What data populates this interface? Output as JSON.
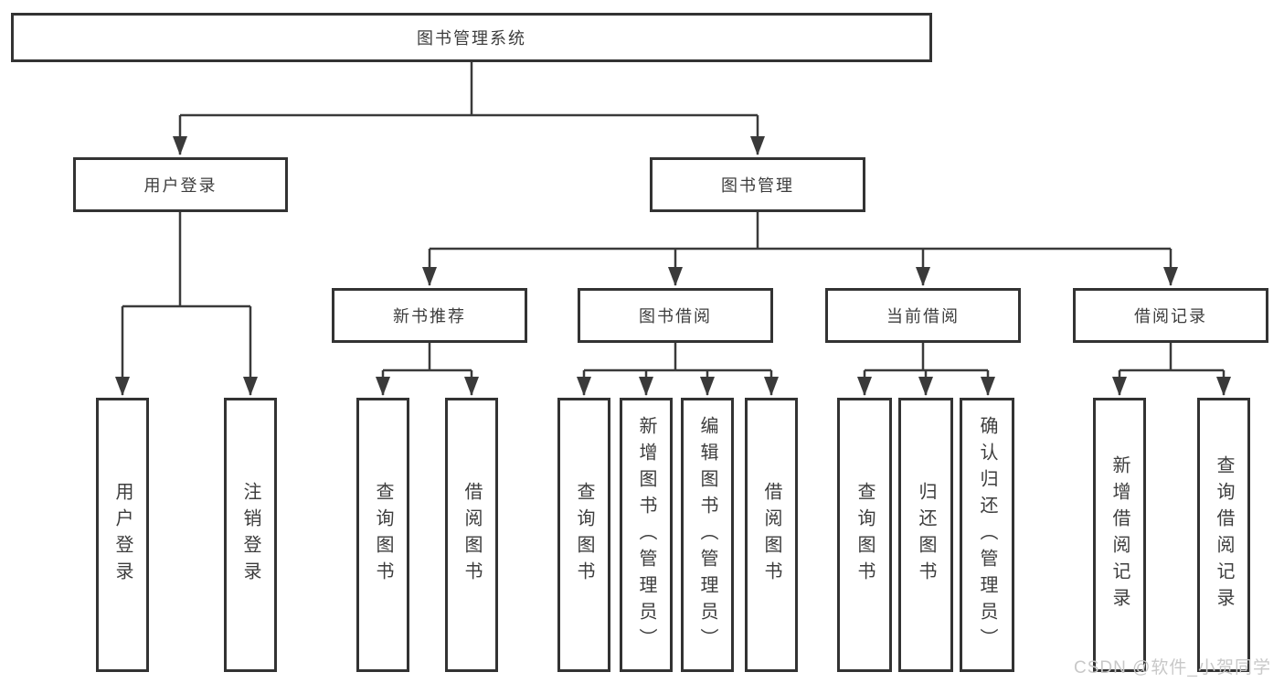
{
  "colors": {
    "line": "#3a3a3a",
    "box_border": "#333333",
    "text": "#3d3d3d",
    "background": "#ffffff",
    "watermark_text": "#c8c8c8"
  },
  "tree": {
    "root": {
      "label": "图书管理系统"
    },
    "branches": [
      {
        "label": "用户登录",
        "children": [
          {
            "label": "用户登录"
          },
          {
            "label": "注销登录"
          }
        ]
      },
      {
        "label": "图书管理",
        "children": [
          {
            "label": "新书推荐",
            "children": [
              {
                "label": "查询图书"
              },
              {
                "label": "借阅图书"
              }
            ]
          },
          {
            "label": "图书借阅",
            "children": [
              {
                "label": "查询图书"
              },
              {
                "label": "新增图书（管理员）"
              },
              {
                "label": "编辑图书（管理员）"
              },
              {
                "label": "借阅图书"
              }
            ]
          },
          {
            "label": "当前借阅",
            "children": [
              {
                "label": "查询图书"
              },
              {
                "label": "归还图书"
              },
              {
                "label": "确认归还（管理员）"
              }
            ]
          },
          {
            "label": "借阅记录",
            "children": [
              {
                "label": "新增借阅记录"
              },
              {
                "label": "查询借阅记录"
              }
            ]
          }
        ]
      }
    ]
  },
  "watermark": "CSDN @软件_小贺同学"
}
